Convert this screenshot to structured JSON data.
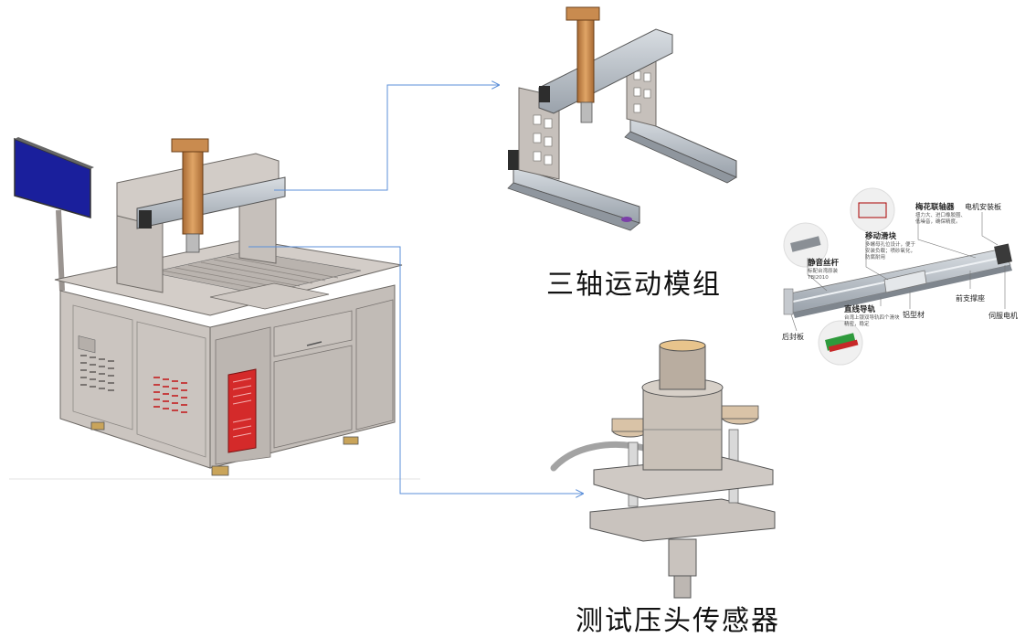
{
  "captions": {
    "axis_module": "三轴运动模组",
    "sensor": "测试压头传感器"
  },
  "callouts": {
    "motor_mount": "电机安装板",
    "coupling": "梅花联轴器",
    "coupling_desc": "扭力大、进口橡胶圈、\n低噪音，确保精度。",
    "slider": "移动滑块",
    "slider_desc": "多螺母孔位设计，便于\n安装负载；喷砂氧化，\n防腐耐用",
    "screw": "静音丝杆",
    "screw_desc": "标配台湾原装\nTBI2010",
    "front_seat": "前支撑座",
    "servo": "伺服电机",
    "rail": "直线导轨",
    "rail_desc": "台湾上银双导轨四个滑块\n精密，稳定",
    "profile": "铝型材",
    "end_plate": "后封板"
  },
  "colors": {
    "frame_gray": "#c9c3be",
    "dark_gray": "#8e8a86",
    "copper": "#c98b4f",
    "monitor_blue": "#1a1f9c",
    "vent_red": "#d42a2a",
    "leader_blue": "#5b8fd9",
    "rail_steel": "#a9b0b8"
  }
}
